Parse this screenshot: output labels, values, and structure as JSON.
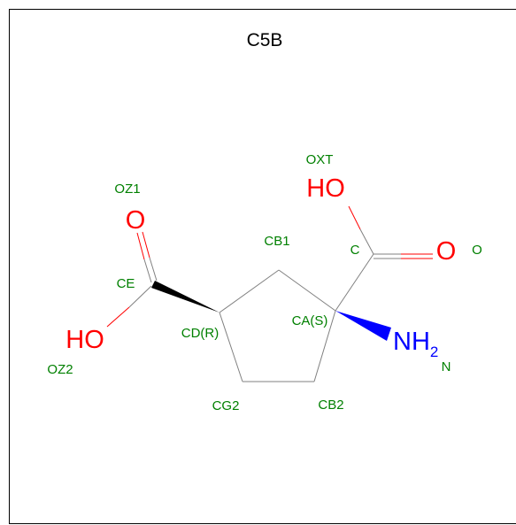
{
  "title": "C5B",
  "colors": {
    "atom_label": "#008000",
    "oxygen": "#ff0000",
    "nitrogen": "#0000ff",
    "bond": "#808080",
    "wedge": "#000000"
  },
  "atom_labels": {
    "oxt": "OXT",
    "oz1": "OZ1",
    "cb1": "CB1",
    "c": "C",
    "o": "O",
    "ce": "CE",
    "ca": "CA(S)",
    "cd": "CD(R)",
    "oz2": "OZ2",
    "n": "N",
    "cg2": "CG2",
    "cb2": "CB2"
  },
  "groups": {
    "hydroxyl_top": "HO",
    "carbonyl_right": "O",
    "carbonyl_top": "O",
    "hydroxyl_left": "HO",
    "amine_main": "NH",
    "amine_sub": "2"
  }
}
